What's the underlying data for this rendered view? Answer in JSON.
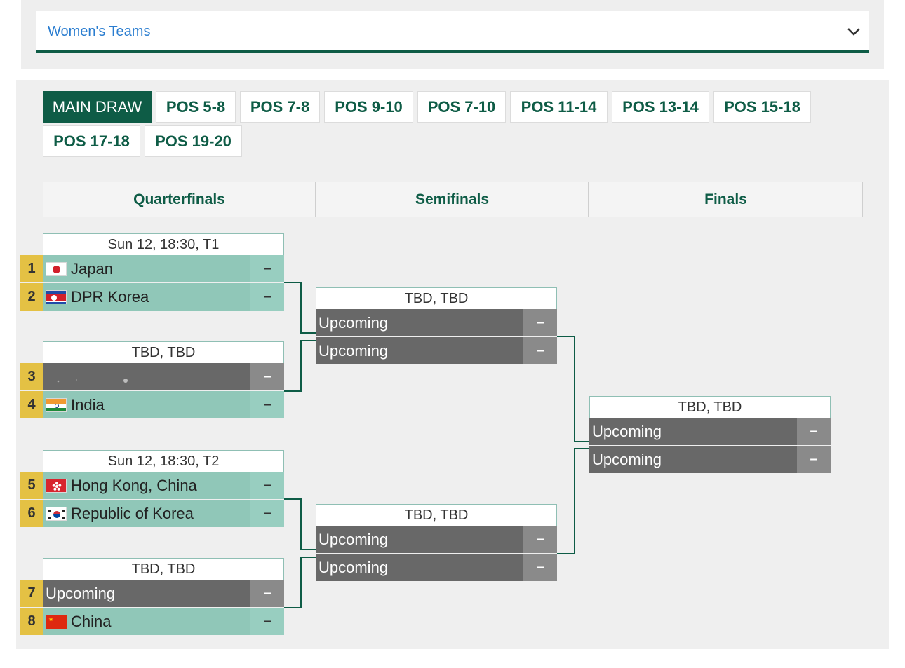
{
  "dropdown": {
    "label": "Women's Teams",
    "icon": "chevron-down-icon"
  },
  "tabs": [
    {
      "label": "MAIN DRAW",
      "active": true
    },
    {
      "label": "POS 5-8"
    },
    {
      "label": "POS 7-8"
    },
    {
      "label": "POS 9-10"
    },
    {
      "label": "POS 7-10"
    },
    {
      "label": "POS 11-14"
    },
    {
      "label": "POS 13-14"
    },
    {
      "label": "POS 15-18"
    },
    {
      "label": "POS 17-18"
    },
    {
      "label": "POS 19-20"
    }
  ],
  "rounds": [
    "Quarterfinals",
    "Semifinals",
    "Finals"
  ],
  "quarterfinals": [
    {
      "title": "Sun 12, 18:30, T1",
      "rows": [
        {
          "seed": "1",
          "name": "Japan",
          "flag": "japan-flag-icon",
          "score": "–"
        },
        {
          "seed": "2",
          "name": "DPR Korea",
          "flag": "dpr-korea-flag-icon",
          "score": "–"
        }
      ]
    },
    {
      "title": "TBD, TBD",
      "rows": [
        {
          "seed": "3",
          "name": "",
          "flag": "",
          "score": "–"
        },
        {
          "seed": "4",
          "name": "India",
          "flag": "india-flag-icon",
          "score": "–"
        }
      ]
    },
    {
      "title": "Sun 12, 18:30, T2",
      "rows": [
        {
          "seed": "5",
          "name": "Hong Kong, China",
          "flag": "hong-kong-flag-icon",
          "score": "–"
        },
        {
          "seed": "6",
          "name": "Republic of Korea",
          "flag": "korea-flag-icon",
          "score": "–"
        }
      ]
    },
    {
      "title": "TBD, TBD",
      "rows": [
        {
          "seed": "7",
          "name": "Upcoming",
          "flag": "",
          "score": "–"
        },
        {
          "seed": "8",
          "name": "China",
          "flag": "china-flag-icon",
          "score": "–"
        }
      ]
    }
  ],
  "semifinals": [
    {
      "title": "TBD, TBD",
      "rows": [
        {
          "name": "Upcoming",
          "score": "–"
        },
        {
          "name": "Upcoming",
          "score": "–"
        }
      ]
    },
    {
      "title": "TBD, TBD",
      "rows": [
        {
          "name": "Upcoming",
          "score": "–"
        },
        {
          "name": "Upcoming",
          "score": "–"
        }
      ]
    }
  ],
  "finals": [
    {
      "title": "TBD, TBD",
      "rows": [
        {
          "name": "Upcoming",
          "score": "–"
        },
        {
          "name": "Upcoming",
          "score": "–"
        }
      ]
    }
  ],
  "colors": {
    "accent": "#0e5c46",
    "seed": "#e4c144",
    "team_row": "#90c7b8",
    "upcoming_row": "#686868",
    "link": "#2a7dd0"
  }
}
